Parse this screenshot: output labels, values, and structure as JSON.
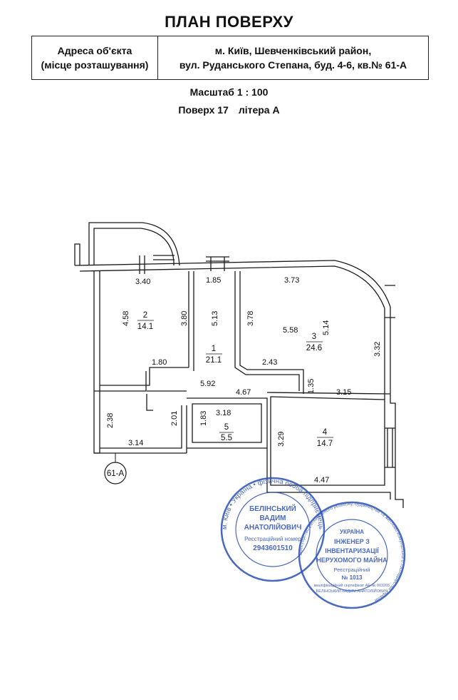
{
  "header": {
    "title": "ПЛАН ПОВЕРХУ"
  },
  "address": {
    "label_line1": "Адреса об'єкта",
    "label_line2": "(місце розташування)",
    "value_line1": "м. Київ, Шевченківський район,",
    "value_line2": "вул. Руданського Степана, буд. 4-6, кв.№ 61-А"
  },
  "scale": "Масштаб 1 : 100",
  "floor": {
    "floor": "Поверх 17",
    "letter": "літера А"
  },
  "plan": {
    "apartment_label": "61-А",
    "rooms": [
      {
        "number": "1",
        "area": "21.1"
      },
      {
        "number": "2",
        "area": "14.1"
      },
      {
        "number": "3",
        "area": "24.6"
      },
      {
        "number": "4",
        "area": "14.7"
      },
      {
        "number": "5",
        "area": "5.5"
      }
    ],
    "dimensions": {
      "d340": "3.40",
      "d185": "1.85",
      "d373": "3.73",
      "d458": "4.58",
      "d380": "3.80",
      "d513": "5.13",
      "d378": "3.78",
      "d558": "5.58",
      "d514": "5.14",
      "d332": "3.32",
      "d180": "1.80",
      "d243": "2.43",
      "d135": "1.35",
      "d592": "5.92",
      "d467": "4.67",
      "d315": "3.15",
      "d238": "2.38",
      "d201": "2.01",
      "d183": "1.83",
      "d318": "3.18",
      "d314": "3.14",
      "d329": "3.29",
      "d447": "4.47"
    }
  },
  "stamp_left": {
    "ring": "м. Київ • Україна • фізична особа-підприємець",
    "name1": "БЕЛІНСЬКИЙ",
    "name2": "ВАДИМ",
    "name3": "АНАТОЛІЙОВИЧ",
    "reg_label": "Реєстраційний номер",
    "reg_number": "2943601510"
  },
  "stamp_right": {
    "ring": "Міністерство регіонального розвитку, будівництва та житлово-комунального господарства України",
    "country": "УКРАЇНА",
    "line1": "ІНЖЕНЕР З",
    "line2": "ІНВЕНТАРИЗАЦІЇ",
    "line3": "НЕРУХОМОГО МАЙНА",
    "reg_label": "Реєстраційний",
    "reg_number": "№ 1013",
    "cert": "кваліфікаційний сертифікат АЕ № 003265",
    "owner": "БЕЛІНСЬКИЙ ВАДИМ АНАТОЛІЙОВИЧ"
  },
  "colors": {
    "line": "#1a1a1a",
    "stamp": "#2a4fb8",
    "paper": "#ffffff"
  }
}
